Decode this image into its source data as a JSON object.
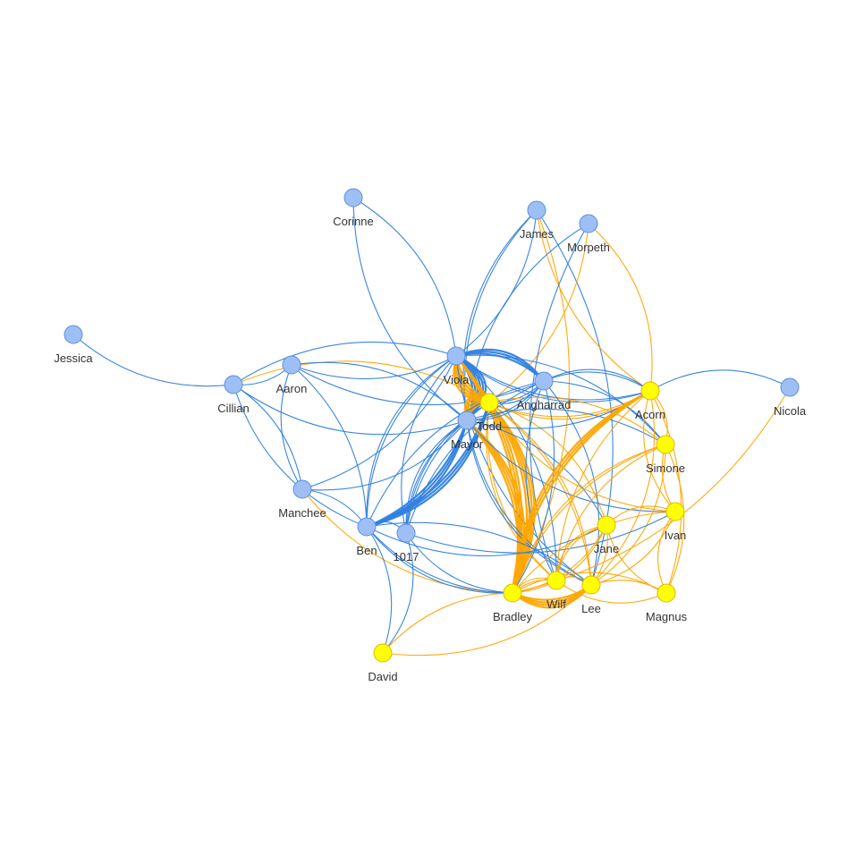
{
  "colors": {
    "blue_node_fill": "#9dbff5",
    "blue_node_stroke": "#5b8fe0",
    "yellow_node_fill": "#ffff00",
    "yellow_node_stroke": "#e3b400",
    "blue_edge": "#2f7fe0",
    "orange_edge": "#ffa500"
  },
  "nodes": [
    {
      "id": "jessica",
      "label": "Jessica",
      "group": "blue"
    },
    {
      "id": "corinne",
      "label": "Corinne",
      "group": "blue"
    },
    {
      "id": "james",
      "label": "James",
      "group": "blue"
    },
    {
      "id": "morpeth",
      "label": "Morpeth",
      "group": "blue"
    },
    {
      "id": "cillian",
      "label": "Cillian",
      "group": "blue"
    },
    {
      "id": "aaron",
      "label": "Aaron",
      "group": "blue"
    },
    {
      "id": "viola",
      "label": "Viola",
      "group": "blue"
    },
    {
      "id": "todd",
      "label": "Todd",
      "group": "yellow"
    },
    {
      "id": "mayor",
      "label": "Mayor",
      "group": "blue"
    },
    {
      "id": "angharrad",
      "label": "Angharrad",
      "group": "blue"
    },
    {
      "id": "acorn",
      "label": "Acorn",
      "group": "yellow"
    },
    {
      "id": "nicola",
      "label": "Nicola",
      "group": "blue"
    },
    {
      "id": "simone",
      "label": "Simone",
      "group": "yellow"
    },
    {
      "id": "manchee",
      "label": "Manchee",
      "group": "blue"
    },
    {
      "id": "ben",
      "label": "Ben",
      "group": "blue"
    },
    {
      "id": "n1017",
      "label": "1017",
      "group": "blue"
    },
    {
      "id": "jane",
      "label": "Jane",
      "group": "yellow"
    },
    {
      "id": "ivan",
      "label": "Ivan",
      "group": "yellow"
    },
    {
      "id": "bradley",
      "label": "Bradley",
      "group": "yellow"
    },
    {
      "id": "wilf",
      "label": "Wilf",
      "group": "yellow"
    },
    {
      "id": "lee",
      "label": "Lee",
      "group": "yellow"
    },
    {
      "id": "magnus",
      "label": "Magnus",
      "group": "yellow"
    },
    {
      "id": "david",
      "label": "David",
      "group": "yellow"
    }
  ],
  "edges": [
    {
      "source": "jessica",
      "target": "cillian",
      "color": "blue",
      "weight": 1
    },
    {
      "source": "corinne",
      "target": "viola",
      "color": "blue",
      "weight": 1
    },
    {
      "source": "corinne",
      "target": "mayor",
      "color": "blue",
      "weight": 1
    },
    {
      "source": "james",
      "target": "viola",
      "color": "blue",
      "weight": 1
    },
    {
      "source": "james",
      "target": "mayor",
      "color": "blue",
      "weight": 2
    },
    {
      "source": "james",
      "target": "lee",
      "color": "blue",
      "weight": 1
    },
    {
      "source": "james",
      "target": "acorn",
      "color": "orange",
      "weight": 1
    },
    {
      "source": "james",
      "target": "bradley",
      "color": "orange",
      "weight": 1
    },
    {
      "source": "morpeth",
      "target": "mayor",
      "color": "blue",
      "weight": 1
    },
    {
      "source": "morpeth",
      "target": "todd",
      "color": "orange",
      "weight": 1
    },
    {
      "source": "morpeth",
      "target": "wilf",
      "color": "blue",
      "weight": 1
    },
    {
      "source": "morpeth",
      "target": "acorn",
      "color": "orange",
      "weight": 1
    },
    {
      "source": "cillian",
      "target": "aaron",
      "color": "blue",
      "weight": 1
    },
    {
      "source": "cillian",
      "target": "viola",
      "color": "blue",
      "weight": 1
    },
    {
      "source": "cillian",
      "target": "mayor",
      "color": "blue",
      "weight": 1
    },
    {
      "source": "cillian",
      "target": "manchee",
      "color": "blue",
      "weight": 1
    },
    {
      "source": "cillian",
      "target": "ben",
      "color": "blue",
      "weight": 1
    },
    {
      "source": "cillian",
      "target": "todd",
      "color": "orange",
      "weight": 1
    },
    {
      "source": "aaron",
      "target": "viola",
      "color": "blue",
      "weight": 1
    },
    {
      "source": "aaron",
      "target": "mayor",
      "color": "blue",
      "weight": 1
    },
    {
      "source": "aaron",
      "target": "angharrad",
      "color": "blue",
      "weight": 1
    },
    {
      "source": "aaron",
      "target": "ben",
      "color": "blue",
      "weight": 1
    },
    {
      "source": "aaron",
      "target": "manchee",
      "color": "blue",
      "weight": 1
    },
    {
      "source": "viola",
      "target": "mayor",
      "color": "blue",
      "weight": 6
    },
    {
      "source": "viola",
      "target": "todd",
      "color": "orange",
      "weight": 5
    },
    {
      "source": "viola",
      "target": "angharrad",
      "color": "blue",
      "weight": 3
    },
    {
      "source": "viola",
      "target": "ben",
      "color": "blue",
      "weight": 2
    },
    {
      "source": "viola",
      "target": "bradley",
      "color": "orange",
      "weight": 3
    },
    {
      "source": "viola",
      "target": "acorn",
      "color": "blue",
      "weight": 2
    },
    {
      "source": "viola",
      "target": "simone",
      "color": "blue",
      "weight": 1
    },
    {
      "source": "viola",
      "target": "lee",
      "color": "blue",
      "weight": 1
    },
    {
      "source": "viola",
      "target": "wilf",
      "color": "blue",
      "weight": 1
    },
    {
      "source": "viola",
      "target": "n1017",
      "color": "blue",
      "weight": 1
    },
    {
      "source": "viola",
      "target": "manchee",
      "color": "blue",
      "weight": 1
    },
    {
      "source": "todd",
      "target": "mayor",
      "color": "orange",
      "weight": 5
    },
    {
      "source": "todd",
      "target": "bradley",
      "color": "orange",
      "weight": 4
    },
    {
      "source": "todd",
      "target": "angharrad",
      "color": "blue",
      "weight": 2
    },
    {
      "source": "todd",
      "target": "ben",
      "color": "blue",
      "weight": 3
    },
    {
      "source": "todd",
      "target": "wilf",
      "color": "orange",
      "weight": 2
    },
    {
      "source": "todd",
      "target": "lee",
      "color": "orange",
      "weight": 2
    },
    {
      "source": "todd",
      "target": "acorn",
      "color": "orange",
      "weight": 2
    },
    {
      "source": "todd",
      "target": "jane",
      "color": "orange",
      "weight": 1
    },
    {
      "source": "todd",
      "target": "n1017",
      "color": "blue",
      "weight": 2
    },
    {
      "source": "todd",
      "target": "simone",
      "color": "orange",
      "weight": 1
    },
    {
      "source": "todd",
      "target": "ivan",
      "color": "orange",
      "weight": 1
    },
    {
      "source": "mayor",
      "target": "ben",
      "color": "blue",
      "weight": 3
    },
    {
      "source": "mayor",
      "target": "n1017",
      "color": "blue",
      "weight": 2
    },
    {
      "source": "mayor",
      "target": "bradley",
      "color": "orange",
      "weight": 4
    },
    {
      "source": "mayor",
      "target": "angharrad",
      "color": "blue",
      "weight": 2
    },
    {
      "source": "mayor",
      "target": "jane",
      "color": "blue",
      "weight": 1
    },
    {
      "source": "mayor",
      "target": "lee",
      "color": "blue",
      "weight": 2
    },
    {
      "source": "mayor",
      "target": "simone",
      "color": "blue",
      "weight": 1
    },
    {
      "source": "mayor",
      "target": "ivan",
      "color": "blue",
      "weight": 1
    },
    {
      "source": "mayor",
      "target": "manchee",
      "color": "blue",
      "weight": 1
    },
    {
      "source": "mayor",
      "target": "acorn",
      "color": "blue",
      "weight": 1
    },
    {
      "source": "angharrad",
      "target": "acorn",
      "color": "blue",
      "weight": 2
    },
    {
      "source": "angharrad",
      "target": "ben",
      "color": "blue",
      "weight": 1
    },
    {
      "source": "angharrad",
      "target": "bradley",
      "color": "blue",
      "weight": 1
    },
    {
      "source": "angharrad",
      "target": "wilf",
      "color": "blue",
      "weight": 1
    },
    {
      "source": "angharrad",
      "target": "lee",
      "color": "blue",
      "weight": 1
    },
    {
      "source": "angharrad",
      "target": "n1017",
      "color": "blue",
      "weight": 1
    },
    {
      "source": "angharrad",
      "target": "simone",
      "color": "blue",
      "weight": 1
    },
    {
      "source": "nicola",
      "target": "acorn",
      "color": "blue",
      "weight": 1
    },
    {
      "source": "nicola",
      "target": "bradley",
      "color": "orange",
      "weight": 1
    },
    {
      "source": "acorn",
      "target": "bradley",
      "color": "orange",
      "weight": 3
    },
    {
      "source": "acorn",
      "target": "lee",
      "color": "orange",
      "weight": 1
    },
    {
      "source": "acorn",
      "target": "wilf",
      "color": "orange",
      "weight": 1
    },
    {
      "source": "acorn",
      "target": "simone",
      "color": "orange",
      "weight": 1
    },
    {
      "source": "acorn",
      "target": "ivan",
      "color": "orange",
      "weight": 1
    },
    {
      "source": "acorn",
      "target": "magnus",
      "color": "orange",
      "weight": 1
    },
    {
      "source": "simone",
      "target": "bradley",
      "color": "orange",
      "weight": 2
    },
    {
      "source": "simone",
      "target": "lee",
      "color": "orange",
      "weight": 1
    },
    {
      "source": "simone",
      "target": "ivan",
      "color": "orange",
      "weight": 1
    },
    {
      "source": "simone",
      "target": "magnus",
      "color": "orange",
      "weight": 1
    },
    {
      "source": "simone",
      "target": "wilf",
      "color": "orange",
      "weight": 1
    },
    {
      "source": "manchee",
      "target": "ben",
      "color": "blue",
      "weight": 1
    },
    {
      "source": "manchee",
      "target": "bradley",
      "color": "orange",
      "weight": 1
    },
    {
      "source": "ben",
      "target": "n1017",
      "color": "blue",
      "weight": 1
    },
    {
      "source": "ben",
      "target": "bradley",
      "color": "blue",
      "weight": 2
    },
    {
      "source": "ben",
      "target": "david",
      "color": "blue",
      "weight": 1
    },
    {
      "source": "ben",
      "target": "jane",
      "color": "blue",
      "weight": 1
    },
    {
      "source": "ben",
      "target": "lee",
      "color": "blue",
      "weight": 1
    },
    {
      "source": "n1017",
      "target": "bradley",
      "color": "blue",
      "weight": 1
    },
    {
      "source": "n1017",
      "target": "david",
      "color": "blue",
      "weight": 1
    },
    {
      "source": "n1017",
      "target": "ivan",
      "color": "blue",
      "weight": 1
    },
    {
      "source": "jane",
      "target": "bradley",
      "color": "orange",
      "weight": 2
    },
    {
      "source": "jane",
      "target": "wilf",
      "color": "orange",
      "weight": 2
    },
    {
      "source": "jane",
      "target": "lee",
      "color": "orange",
      "weight": 1
    },
    {
      "source": "jane",
      "target": "magnus",
      "color": "orange",
      "weight": 1
    },
    {
      "source": "jane",
      "target": "ivan",
      "color": "orange",
      "weight": 1
    },
    {
      "source": "ivan",
      "target": "bradley",
      "color": "orange",
      "weight": 1
    },
    {
      "source": "ivan",
      "target": "lee",
      "color": "orange",
      "weight": 1
    },
    {
      "source": "ivan",
      "target": "magnus",
      "color": "orange",
      "weight": 1
    },
    {
      "source": "bradley",
      "target": "wilf",
      "color": "orange",
      "weight": 2
    },
    {
      "source": "bradley",
      "target": "lee",
      "color": "orange",
      "weight": 4
    },
    {
      "source": "bradley",
      "target": "magnus",
      "color": "orange",
      "weight": 1
    },
    {
      "source": "bradley",
      "target": "david",
      "color": "orange",
      "weight": 1
    },
    {
      "source": "wilf",
      "target": "lee",
      "color": "orange",
      "weight": 1
    },
    {
      "source": "wilf",
      "target": "magnus",
      "color": "orange",
      "weight": 1
    },
    {
      "source": "lee",
      "target": "magnus",
      "color": "orange",
      "weight": 1
    },
    {
      "source": "david",
      "target": "lee",
      "color": "orange",
      "weight": 1
    }
  ]
}
